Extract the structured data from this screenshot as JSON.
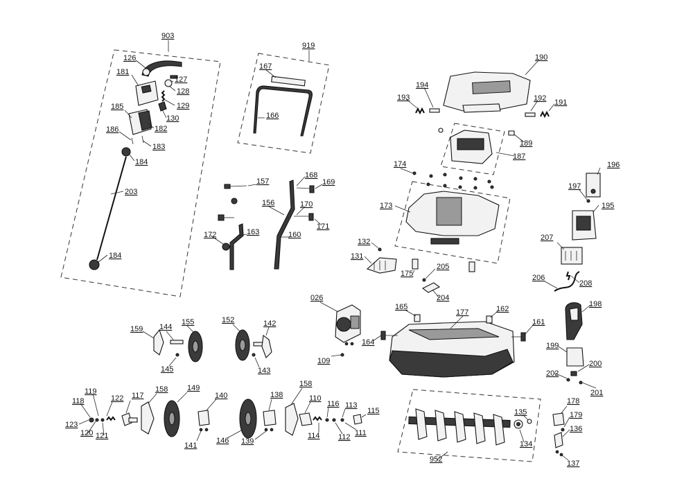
{
  "diagram": {
    "kind": "exploded-parts-view",
    "line_color": "#111111",
    "background": "#ffffff",
    "part_numbers": [
      "903",
      "126",
      "127",
      "181",
      "128",
      "129",
      "185",
      "130",
      "182",
      "186",
      "183",
      "184",
      "203",
      "184",
      "919",
      "167",
      "166",
      "157",
      "168",
      "169",
      "156",
      "170",
      "171",
      "172",
      "163",
      "160",
      "190",
      "194",
      "193",
      "192",
      "191",
      "189",
      "187",
      "174",
      "173",
      "196",
      "197",
      "195",
      "132",
      "131",
      "175",
      "205",
      "204",
      "207",
      "206",
      "208",
      "026",
      "165",
      "162",
      "177",
      "161",
      "164",
      "109",
      "198",
      "199",
      "200",
      "202",
      "201",
      "159",
      "144",
      "155",
      "145",
      "152",
      "142",
      "143",
      "119",
      "118",
      "122",
      "117",
      "158",
      "149",
      "140",
      "123",
      "120",
      "121",
      "141",
      "138",
      "158",
      "110",
      "146",
      "139",
      "116",
      "113",
      "115",
      "114",
      "112",
      "111",
      "135",
      "134",
      "952",
      "178",
      "179",
      "136",
      "137"
    ]
  }
}
